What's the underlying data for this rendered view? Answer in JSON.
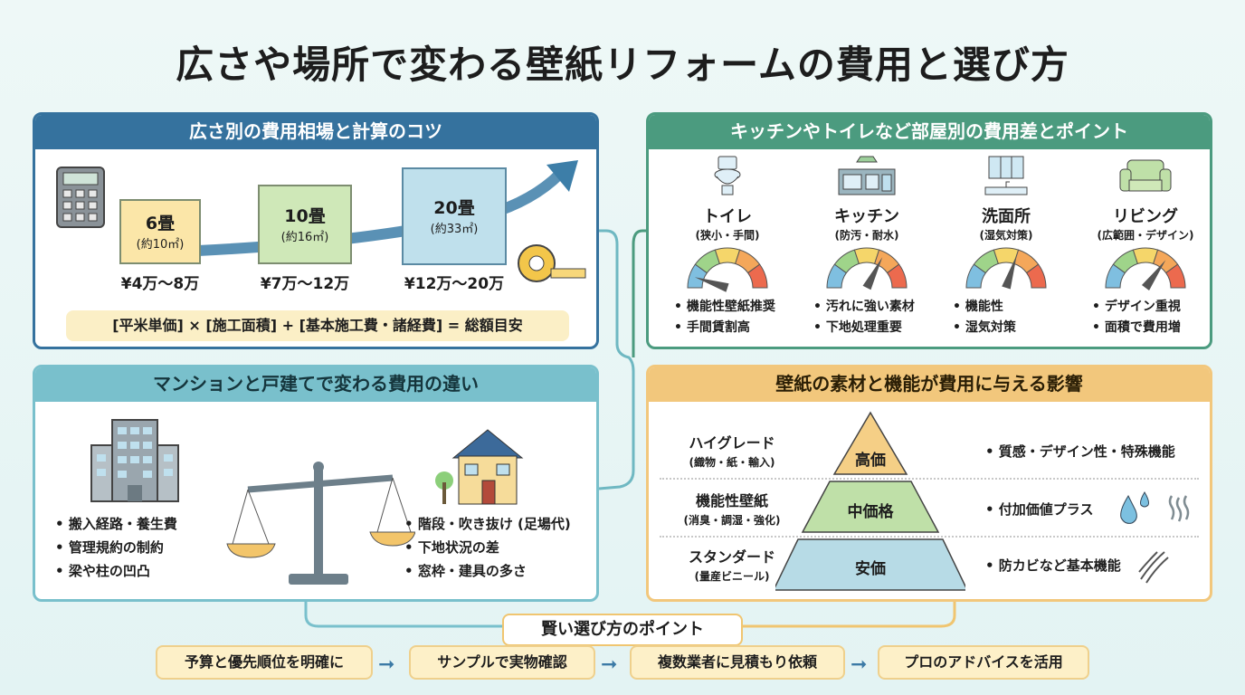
{
  "title": "広さや場所で変わる壁紙リフォームの費用と選び方",
  "size_panel": {
    "header": "広さ別の費用相場と計算のコツ",
    "sizes": [
      {
        "label": "6畳",
        "area": "(約10㎡)",
        "price": "¥4万〜8万"
      },
      {
        "label": "10畳",
        "area": "(約16㎡)",
        "price": "¥7万〜12万"
      },
      {
        "label": "20畳",
        "area": "(約33㎡)",
        "price": "¥12万〜20万"
      }
    ],
    "formula": "[平米単価] × [施工面積] + [基本施工費・諸経費] = 総額目安"
  },
  "building_panel": {
    "header": "マンションと戸建てで変わる費用の違い",
    "mansion_points": [
      "搬入経路・養生費",
      "管理規約の制約",
      "梁や柱の凹凸"
    ],
    "house_points": [
      "階段・吹き抜け (足場代)",
      "下地状況の差",
      "窓枠・建具の多さ"
    ]
  },
  "room_panel": {
    "header": "キッチンやトイレなど部屋別の費用差とポイント",
    "rooms": [
      {
        "name": "トイレ",
        "sub": "(狭小・手間)",
        "gauge": 0.1,
        "points": [
          "機能性壁紙推奨",
          "手間賃割高"
        ]
      },
      {
        "name": "キッチン",
        "sub": "(防汚・耐水)",
        "gauge": 0.65,
        "points": [
          "汚れに強い素材",
          "下地処理重要"
        ]
      },
      {
        "name": "洗面所",
        "sub": "(湿気対策)",
        "gauge": 0.6,
        "points": [
          "機能性",
          "湿気対策"
        ]
      },
      {
        "name": "リビング",
        "sub": "(広範囲・デザイン)",
        "gauge": 0.7,
        "points": [
          "デザイン重視",
          "面積で費用増"
        ]
      }
    ]
  },
  "material_panel": {
    "header": "壁紙の素材と機能が費用に与える影響",
    "levels": [
      {
        "name": "ハイグレード",
        "sub": "(織物・紙・輸入)",
        "price": "高価",
        "point": "• 質感・デザイン性・特殊機能",
        "color": "#f5cf86"
      },
      {
        "name": "機能性壁紙",
        "sub": "(消臭・調湿・強化)",
        "price": "中価格",
        "point": "• 付加価値プラス",
        "color": "#bfe0a8"
      },
      {
        "name": "スタンダード",
        "sub": "(量産ビニール)",
        "price": "安価",
        "point": "• 防カビなど基本機能",
        "color": "#b7dbe6"
      }
    ]
  },
  "tips": {
    "header": "賢い選び方のポイント",
    "steps": [
      "予算と優先順位を明確に",
      "サンプルで実物確認",
      "複数業者に見積もり依頼",
      "プロのアドバイスを活用"
    ]
  }
}
